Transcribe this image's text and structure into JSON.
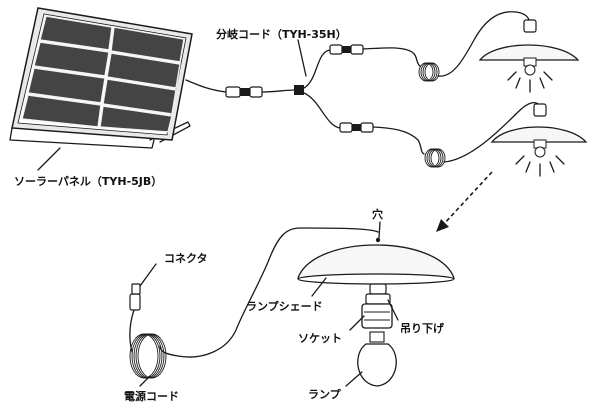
{
  "labels": {
    "solar_panel": "ソーラーパネル（TYH-5JB）",
    "splitter_cord": "分岐コード（TYH-35H）",
    "hole": "穴",
    "connector": "コネクタ",
    "lamp_shade": "ランプシェード",
    "hanger": "吊り下げ",
    "socket": "ソケット",
    "lamp": "ランプ",
    "power_cord": "電源コード"
  },
  "colors": {
    "line": "#1a1a1a",
    "panel_cell": "#444444",
    "background": "#ffffff"
  }
}
